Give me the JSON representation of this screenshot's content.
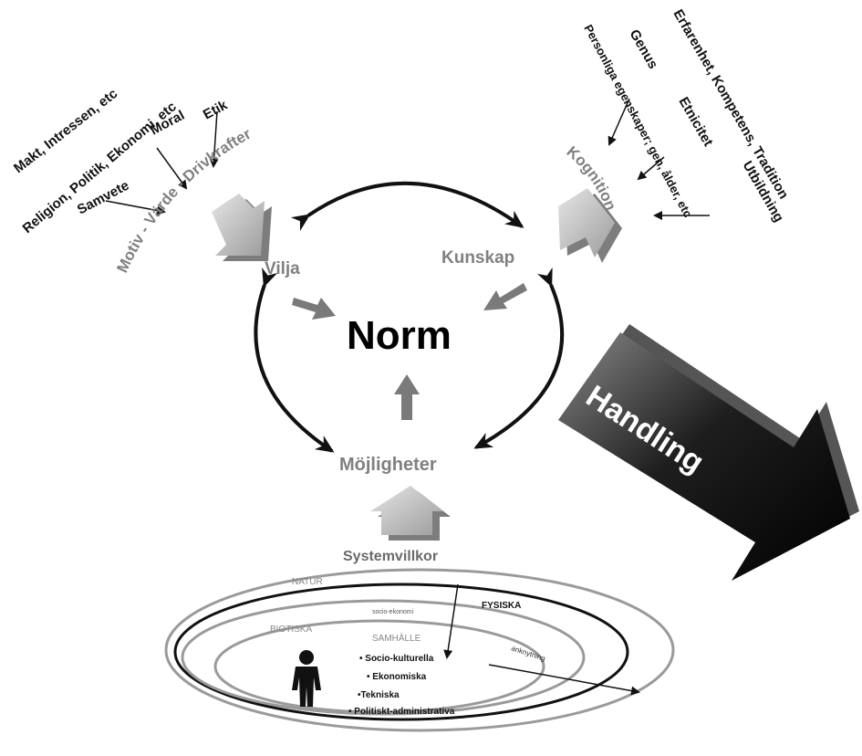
{
  "center": {
    "norm": "Norm"
  },
  "nodes": {
    "vilja": "Vilja",
    "kunskap": "Kunskap",
    "mojligheter": "Möjligheter",
    "systemvillkor": "Systemvillkor",
    "handling": "Handling"
  },
  "motivation": {
    "arc_label": "Motiv - Värde - Drivkrafter",
    "inputs": [
      "Makt, Intressen, etc",
      "Religion, Politik, Ekonomi, etc",
      "Moral",
      "Etik",
      "Samvete"
    ]
  },
  "cognition": {
    "arc_label": "Kognition",
    "inputs": [
      "Erfarenhet, Kompetens, Tradition",
      "Genus",
      "Etnicitet",
      "Utbildning",
      "Personliga egenskaper; gen, ålder, etc"
    ]
  },
  "system": {
    "rings": {
      "natur": "NATUR",
      "fysiska": "FYSISKA",
      "biotiska": "BIOTISKA",
      "samhalle": "SAMHÄLLE",
      "socioekonomi": "socio-ekonomi",
      "anknytning": "anknytning"
    },
    "items": [
      "• Socio-kulturella",
      "• Ekonomiska",
      "•Tekniska",
      "• Politiskt-administrativa"
    ]
  },
  "colors": {
    "gray_text": "#808080",
    "dark_arrow": "#1a1a1a",
    "ring_gray": "#9a9a9a"
  }
}
